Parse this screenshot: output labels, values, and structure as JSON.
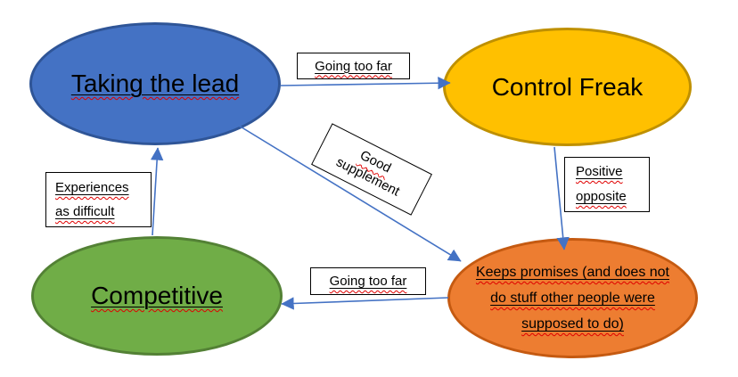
{
  "diagram": {
    "nodes": [
      {
        "id": "taking-the-lead",
        "label": "Taking the lead",
        "fill": "#4472C4",
        "border": "#2F5597"
      },
      {
        "id": "control-freak",
        "label": "Control Freak",
        "fill": "#FFC000",
        "border": "#BF9000"
      },
      {
        "id": "competitive",
        "label": "Competitive",
        "fill": "#70AD47",
        "border": "#538135"
      },
      {
        "id": "keeps-promises",
        "label": "Keeps promises (and does not do stuff other people were supposed to do)",
        "label_lines": [
          "Keeps promises (and does not",
          "do stuff other people were",
          "supposed to do)"
        ],
        "fill": "#ED7D31",
        "border": "#C55A11"
      }
    ],
    "edges": [
      {
        "from": "taking-the-lead",
        "to": "control-freak",
        "label": "Going too far"
      },
      {
        "from": "control-freak",
        "to": "keeps-promises",
        "label": "Positive opposite",
        "label_lines": [
          "Positive",
          "opposite"
        ]
      },
      {
        "from": "taking-the-lead",
        "to": "keeps-promises",
        "label": "Good supplement",
        "label_lines": [
          "Good",
          "supplement"
        ]
      },
      {
        "from": "keeps-promises",
        "to": "competitive",
        "label": "Going too far"
      },
      {
        "from": "competitive",
        "to": "taking-the-lead",
        "label": "Experiences as difficult",
        "label_lines": [
          "Experiences",
          "as difficult"
        ]
      }
    ],
    "colors": {
      "arrow": "#4472C4",
      "spellcheck_squiggle": "#E00000",
      "label_box_fill": "#FFFFFF",
      "label_box_border": "#000000",
      "text": "#000000"
    }
  }
}
